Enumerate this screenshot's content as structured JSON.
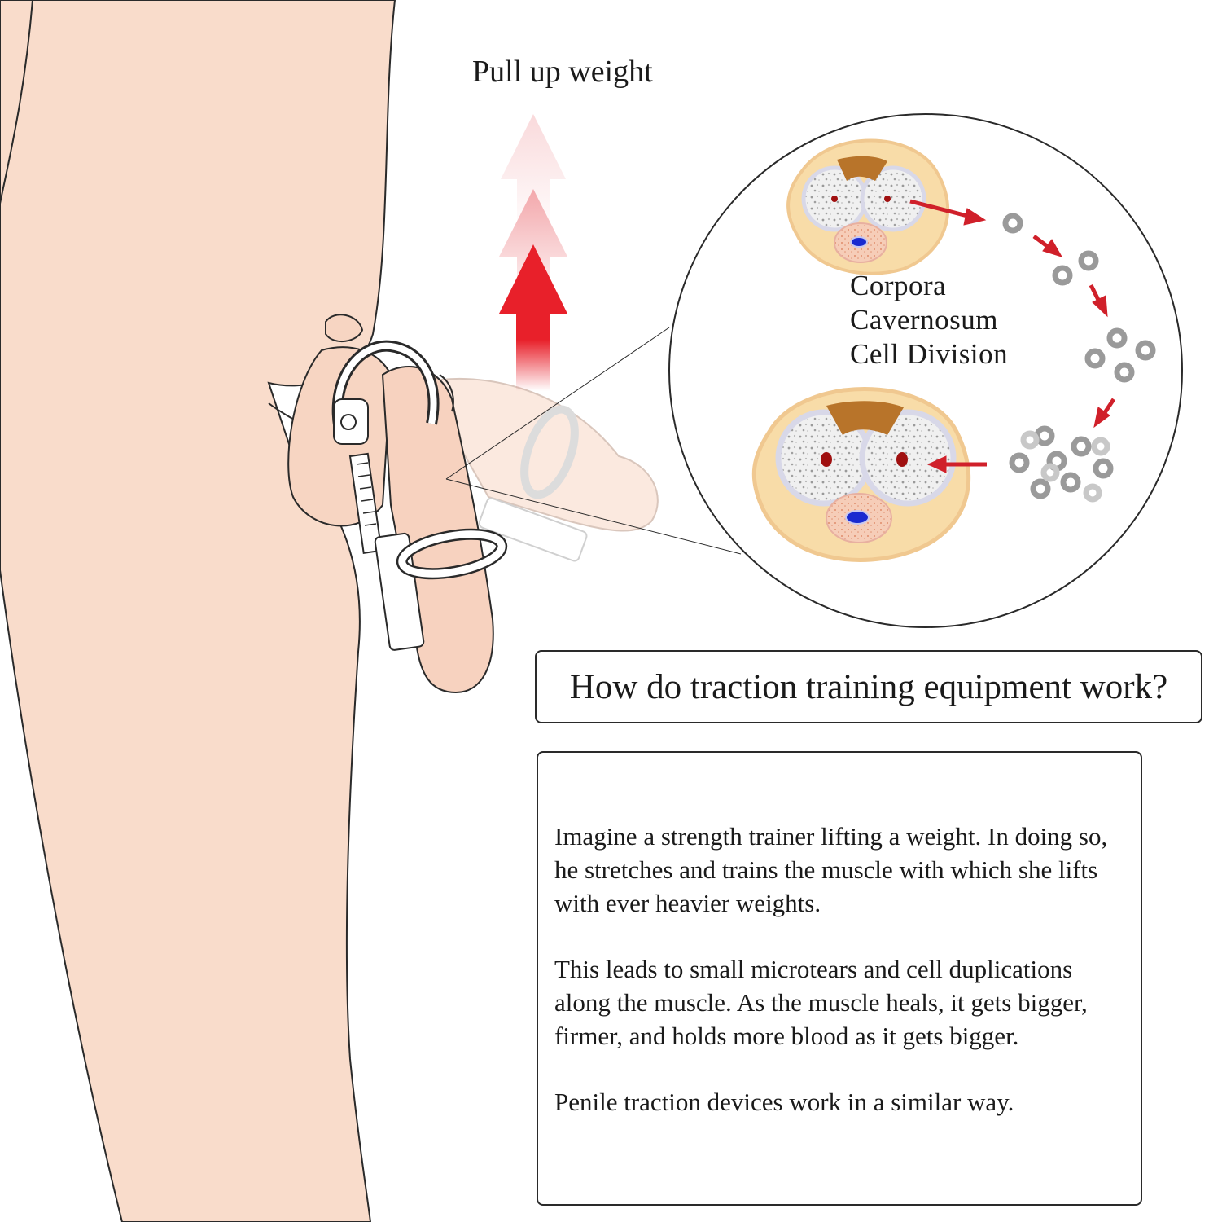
{
  "labels": {
    "pull_up": "Pull up weight",
    "cell_division": [
      "Corpora",
      "Cavernosum",
      "Cell Division"
    ]
  },
  "heading": "How do traction training equipment work?",
  "paragraphs": [
    "Imagine a strength trainer lifting a weight. In doing so, he stretches and  trains the muscle with which she lifts with ever heavier weights.",
    "This leads to small microtears and cell duplications along the muscle. As the muscle heals, it gets bigger, firmer, and holds more blood as it gets bigger.",
    "Penile traction devices work in a similar way."
  ],
  "colors": {
    "skin": "#f9dccb",
    "skin_faded": "#fbe9df",
    "arrow_red": "#e8202a",
    "cell_gray": "#9a9a9a",
    "outline": "#2a2a2a"
  }
}
